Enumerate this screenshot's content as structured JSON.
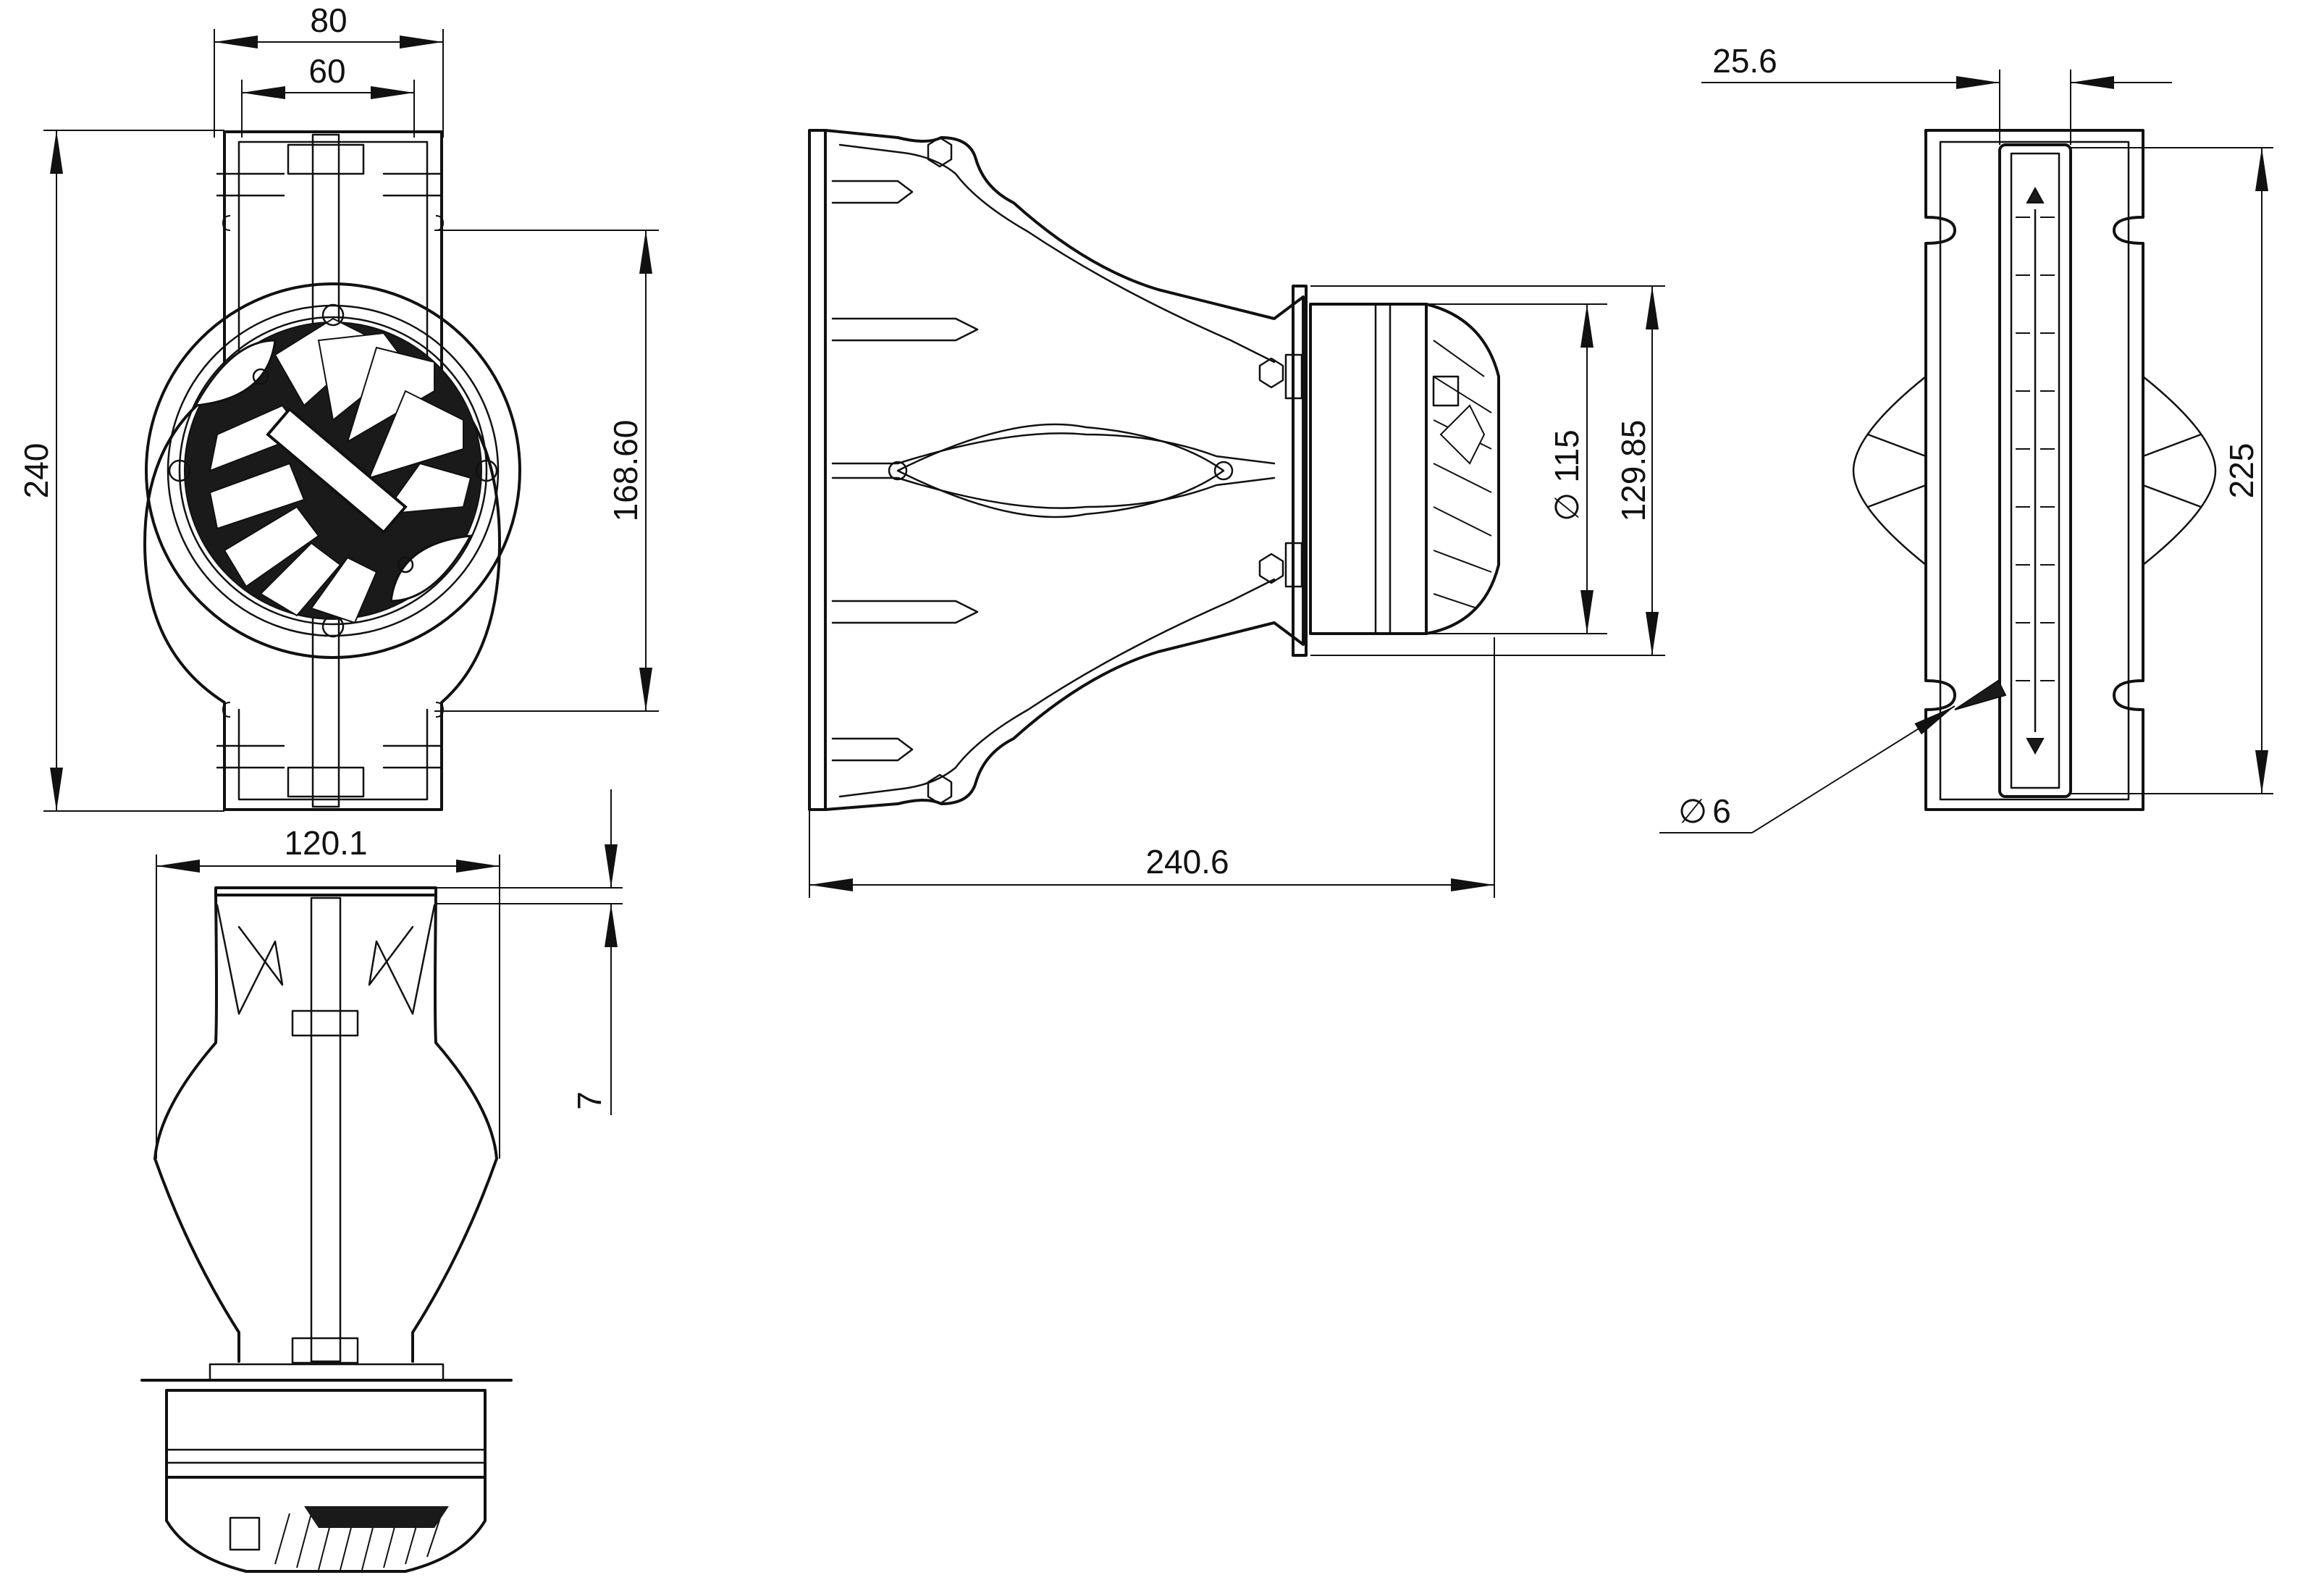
{
  "dimensions": {
    "front_overall_width": "80",
    "front_slot_spacing": "60",
    "front_overall_height": "240",
    "front_slot_height": "168.60",
    "bottom_width": "120.1",
    "bottom_flange_thickness": "7",
    "side_driver_diameter": "115",
    "side_flange_height": "129.85",
    "side_overall_depth": "240.6",
    "rear_slot_width": "25.6",
    "rear_height": "225",
    "rear_hole_diameter": "6"
  },
  "symbols": {
    "diameter": "∅"
  },
  "colors": {
    "line": "#111111",
    "background": "#ffffff"
  }
}
